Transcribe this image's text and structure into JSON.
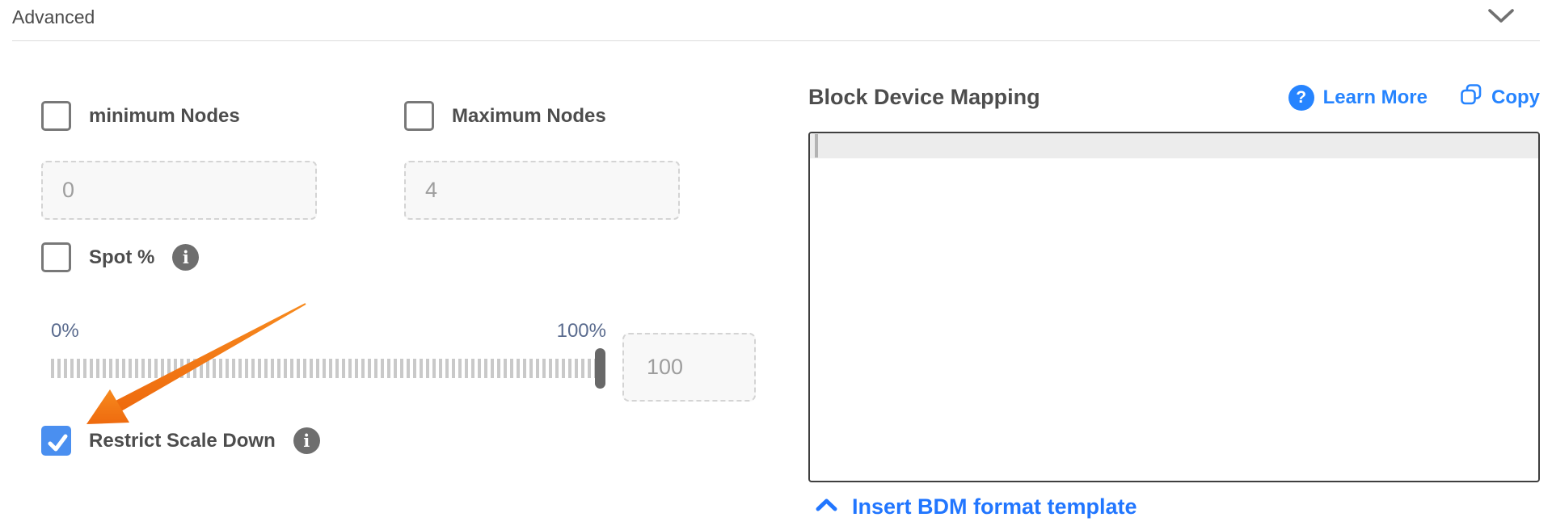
{
  "header": {
    "title": "Advanced"
  },
  "fields": {
    "min_nodes": {
      "label": "minimum Nodes",
      "checked": false,
      "value": "0"
    },
    "max_nodes": {
      "label": "Maximum Nodes",
      "checked": false,
      "value": "4"
    },
    "spot_pct": {
      "label": "Spot %",
      "checked": false
    },
    "restrict_scale_down": {
      "label": "Restrict Scale Down",
      "checked": true
    }
  },
  "slider": {
    "min_label": "0%",
    "max_label": "100%",
    "value": "100",
    "percent": 100
  },
  "bdm": {
    "title": "Block Device Mapping",
    "learn_more_label": "Learn More",
    "copy_label": "Copy",
    "editor_content": "",
    "insert_template_label": "Insert BDM format template"
  },
  "icons": {
    "question_glyph": "?",
    "info_glyph": "i"
  },
  "colors": {
    "accent_blue": "#2684ff",
    "link_blue": "#2176ff",
    "checkbox_checked_blue": "#4a8ff0",
    "arrow_orange": "#f4791f",
    "slider_label_slate": "#5a6b8e",
    "text_dark": "#4d4d4d"
  }
}
